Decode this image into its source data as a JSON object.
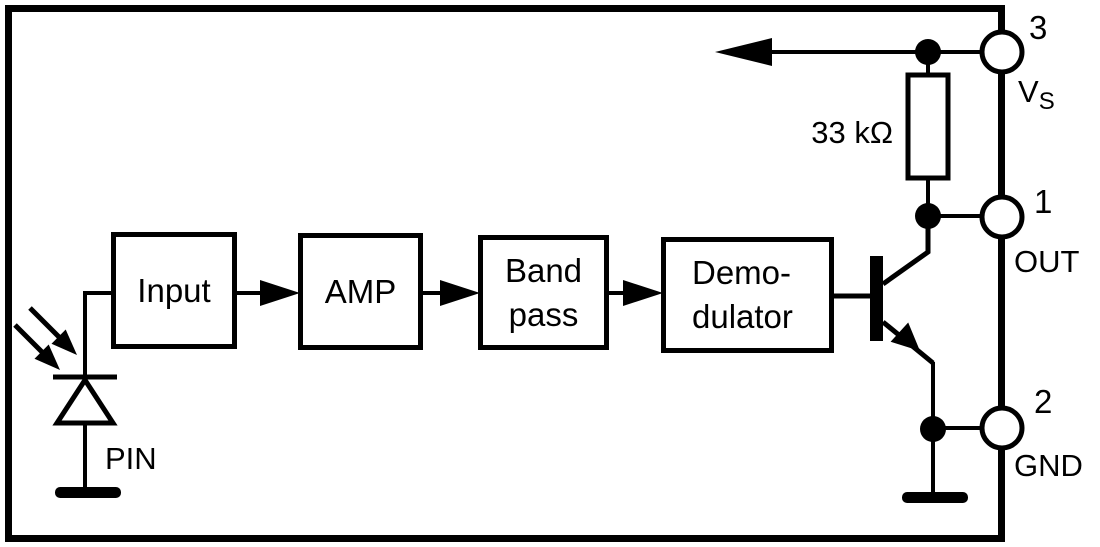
{
  "colors": {
    "line": "#000000",
    "background": "#ffffff"
  },
  "blocks": [
    {
      "lines": [
        "Input"
      ]
    },
    {
      "lines": [
        "AMP"
      ]
    },
    {
      "lines": [
        "Band",
        "pass"
      ]
    },
    {
      "lines": [
        "Demo-",
        "dulator"
      ]
    }
  ],
  "resistor": {
    "value": "33 kΩ"
  },
  "photodiode": {
    "label": "PIN"
  },
  "pins": [
    {
      "number": "3",
      "name": "V",
      "name_sub": "S"
    },
    {
      "number": "1",
      "name": "OUT",
      "name_sub": ""
    },
    {
      "number": "2",
      "name": "GND",
      "name_sub": ""
    }
  ]
}
